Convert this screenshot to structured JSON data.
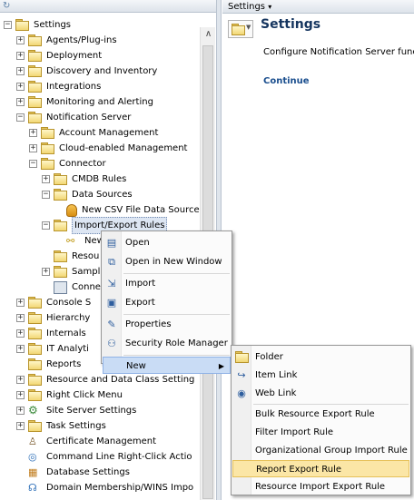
{
  "breadcrumb": {
    "label": "Settings",
    "dropdown_glyph": "▾"
  },
  "tree": [
    {
      "id": "settings",
      "label": "Settings",
      "exp": "−",
      "icon": "folder",
      "indent": 0
    },
    {
      "id": "agents",
      "label": "Agents/Plug-ins",
      "exp": "+",
      "icon": "folder",
      "indent": 1
    },
    {
      "id": "deployment",
      "label": "Deployment",
      "exp": "+",
      "icon": "folder",
      "indent": 1
    },
    {
      "id": "discovery",
      "label": "Discovery and Inventory",
      "exp": "+",
      "icon": "folder",
      "indent": 1
    },
    {
      "id": "integrations",
      "label": "Integrations",
      "exp": "+",
      "icon": "folder",
      "indent": 1
    },
    {
      "id": "monitoring",
      "label": "Monitoring and Alerting",
      "exp": "+",
      "icon": "folder",
      "indent": 1
    },
    {
      "id": "notification-server",
      "label": "Notification Server",
      "exp": "−",
      "icon": "folder",
      "indent": 1
    },
    {
      "id": "account-management",
      "label": "Account Management",
      "exp": "+",
      "icon": "folder",
      "indent": 2
    },
    {
      "id": "cloud",
      "label": "Cloud-enabled Management",
      "exp": "+",
      "icon": "folder",
      "indent": 2
    },
    {
      "id": "connector",
      "label": "Connector",
      "exp": "−",
      "icon": "folder",
      "indent": 2
    },
    {
      "id": "cmdb",
      "label": "CMDB Rules",
      "exp": "+",
      "icon": "folder",
      "indent": 3
    },
    {
      "id": "data-sources",
      "label": "Data Sources",
      "exp": "−",
      "icon": "folder",
      "indent": 3
    },
    {
      "id": "csv",
      "label": "New CSV File Data Source",
      "exp": "",
      "icon": "csv",
      "indent": 4
    },
    {
      "id": "import-export",
      "label": "Import/Export Rules",
      "exp": "−",
      "icon": "folder",
      "indent": 3,
      "selected": true
    },
    {
      "id": "new-rule",
      "label": "New",
      "exp": "",
      "icon": "rule",
      "indent": 4
    },
    {
      "id": "resource",
      "label": "Resou",
      "exp": "",
      "icon": "folder",
      "indent": 3
    },
    {
      "id": "sample",
      "label": "Sampl",
      "exp": "+",
      "icon": "folder",
      "indent": 3
    },
    {
      "id": "conn-item",
      "label": "Conne",
      "exp": "",
      "icon": "conn",
      "indent": 3
    },
    {
      "id": "console",
      "label": "Console S",
      "exp": "+",
      "icon": "folder",
      "indent": 1
    },
    {
      "id": "hierarchy",
      "label": "Hierarchy",
      "exp": "+",
      "icon": "folder",
      "indent": 1
    },
    {
      "id": "internals",
      "label": "Internals",
      "exp": "+",
      "icon": "folder",
      "indent": 1
    },
    {
      "id": "it-analytics",
      "label": "IT Analyti",
      "exp": "+",
      "icon": "folder",
      "indent": 1
    },
    {
      "id": "reports",
      "label": "Reports",
      "exp": "",
      "icon": "folder",
      "indent": 1
    },
    {
      "id": "resource-data",
      "label": "Resource and Data Class Setting",
      "exp": "+",
      "icon": "folder",
      "indent": 1
    },
    {
      "id": "right-click",
      "label": "Right Click Menu",
      "exp": "+",
      "icon": "folder",
      "indent": 1
    },
    {
      "id": "site-server",
      "label": "Site Server Settings",
      "exp": "+",
      "icon": "gear",
      "indent": 1
    },
    {
      "id": "task-settings",
      "label": "Task Settings",
      "exp": "+",
      "icon": "folder",
      "indent": 1
    },
    {
      "id": "certificate",
      "label": "Certificate Management",
      "exp": "",
      "icon": "cert",
      "indent": 1
    },
    {
      "id": "command-line",
      "label": "Command Line Right-Click Actio",
      "exp": "",
      "icon": "cmd",
      "indent": 1
    },
    {
      "id": "database",
      "label": "Database Settings",
      "exp": "",
      "icon": "db",
      "indent": 1
    },
    {
      "id": "domain",
      "label": "Domain Membership/WINS Impo",
      "exp": "",
      "icon": "dom",
      "indent": 1
    }
  ],
  "content": {
    "title": "Settings",
    "description": "Configure Notification Server functi",
    "continue_label": "Continue"
  },
  "context_menu": [
    {
      "label": "Open",
      "icon": "open-icon",
      "glyph": "▤"
    },
    {
      "label": "Open in New Window",
      "icon": "new-window-icon",
      "glyph": "⧉"
    },
    {
      "sep": true
    },
    {
      "label": "Import",
      "icon": "import-icon",
      "glyph": "⇲"
    },
    {
      "label": "Export",
      "icon": "export-icon",
      "glyph": "▣"
    },
    {
      "sep": true
    },
    {
      "label": "Properties",
      "icon": "properties-icon",
      "glyph": "✎"
    },
    {
      "label": "Security Role Manager",
      "icon": "security-role-icon",
      "glyph": "⚇"
    },
    {
      "sep": true
    },
    {
      "label": "New",
      "icon": "",
      "glyph": "",
      "submenu": true,
      "highlight": true
    }
  ],
  "submenu": [
    {
      "label": "Folder",
      "icon": "folder-icon",
      "glyph": "folder"
    },
    {
      "label": "Item Link",
      "icon": "item-link-icon",
      "glyph": "↪"
    },
    {
      "label": "Web Link",
      "icon": "web-link-icon",
      "glyph": "◉"
    },
    {
      "sep": true
    },
    {
      "label": "Bulk Resource Export Rule",
      "icon": "",
      "glyph": ""
    },
    {
      "label": "Filter Import Rule",
      "icon": "",
      "glyph": ""
    },
    {
      "label": "Organizational Group Import Rule",
      "icon": "",
      "glyph": ""
    },
    {
      "label": "Report Export Rule",
      "icon": "",
      "glyph": "",
      "highlight": true
    },
    {
      "label": "Resource Import Export Rule",
      "icon": "",
      "glyph": ""
    }
  ],
  "submenu_arrow": "▶",
  "colors": {
    "title": "#15355f",
    "link": "#1a4e8e",
    "menu_highlight": "#c9dcf5",
    "submenu_highlight": "#fbe6a6"
  }
}
